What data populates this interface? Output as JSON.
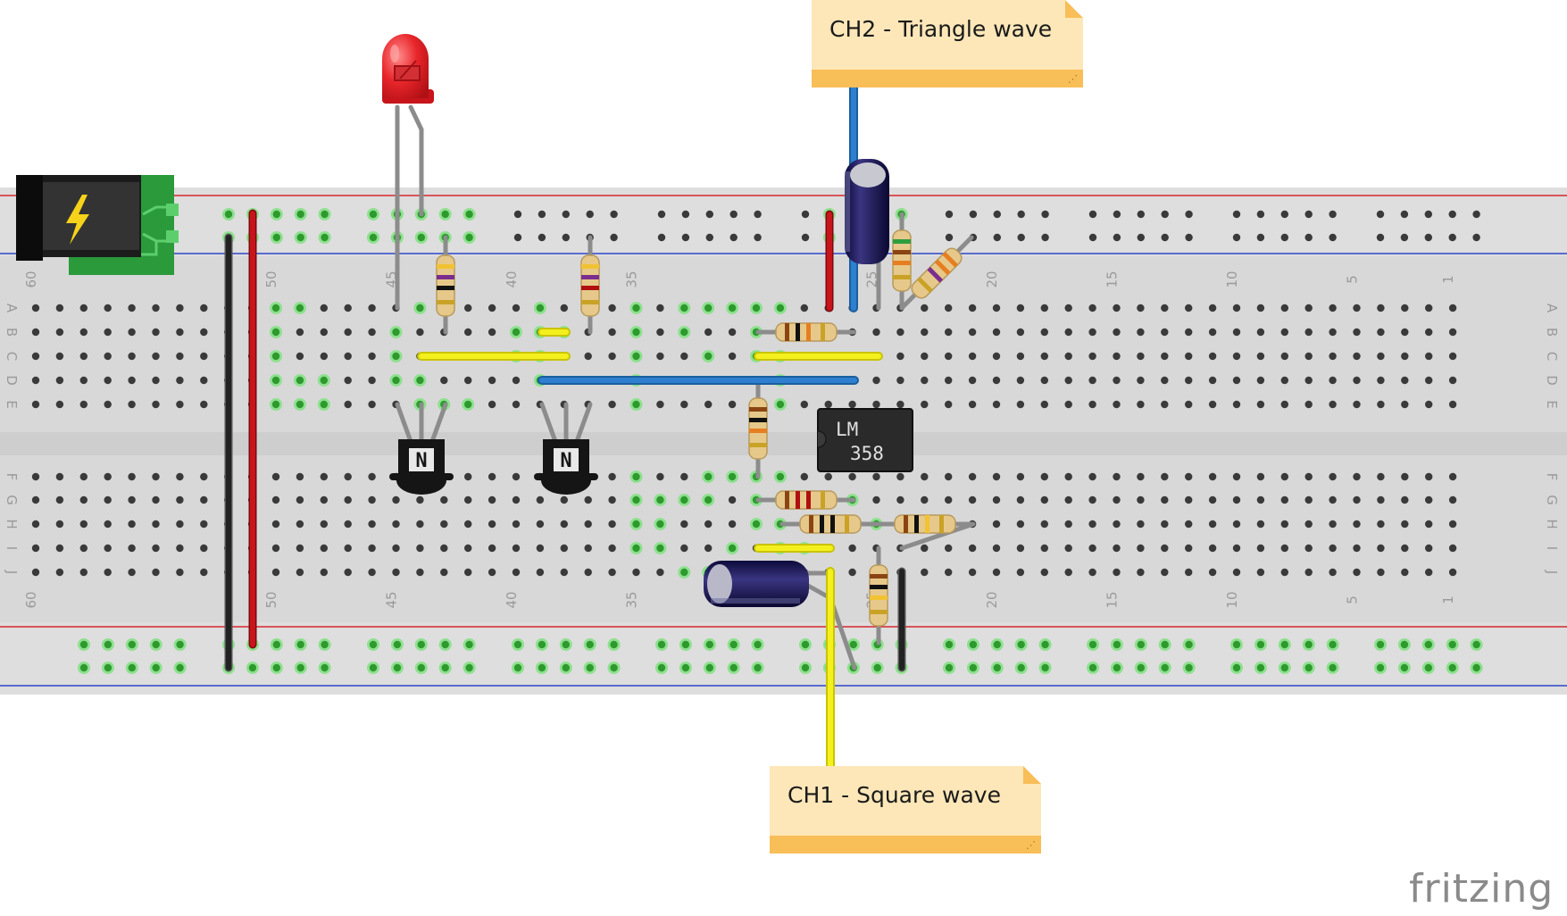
{
  "notes": {
    "ch2": "CH2 - Triangle wave",
    "ch1": "CH1 - Square wave"
  },
  "ic": {
    "line1": "LM",
    "line2": "358"
  },
  "transistor_marking": "N",
  "column_numbers": [
    "60",
    "50",
    "45",
    "40",
    "35",
    "25",
    "20",
    "15",
    "10",
    "5",
    "1"
  ],
  "row_letters_top": [
    "A",
    "B",
    "C",
    "D",
    "E"
  ],
  "row_letters_bottom": [
    "F",
    "G",
    "H",
    "I",
    "J"
  ],
  "brand": "fritzing",
  "colors": {
    "breadboard": "#dcdcdc",
    "rail_red": "#d8262b",
    "rail_blue": "#2d45c8",
    "wire_red": "#c8141b",
    "wire_black": "#222222",
    "wire_yellow": "#f4f01e",
    "wire_blue": "#2e7fd0",
    "lead_gray": "#8c8c8c",
    "led_red": "#e8262b",
    "note_body": "#fde7b8",
    "note_band": "#f8be58",
    "pcb_green": "#2a9a3a"
  }
}
